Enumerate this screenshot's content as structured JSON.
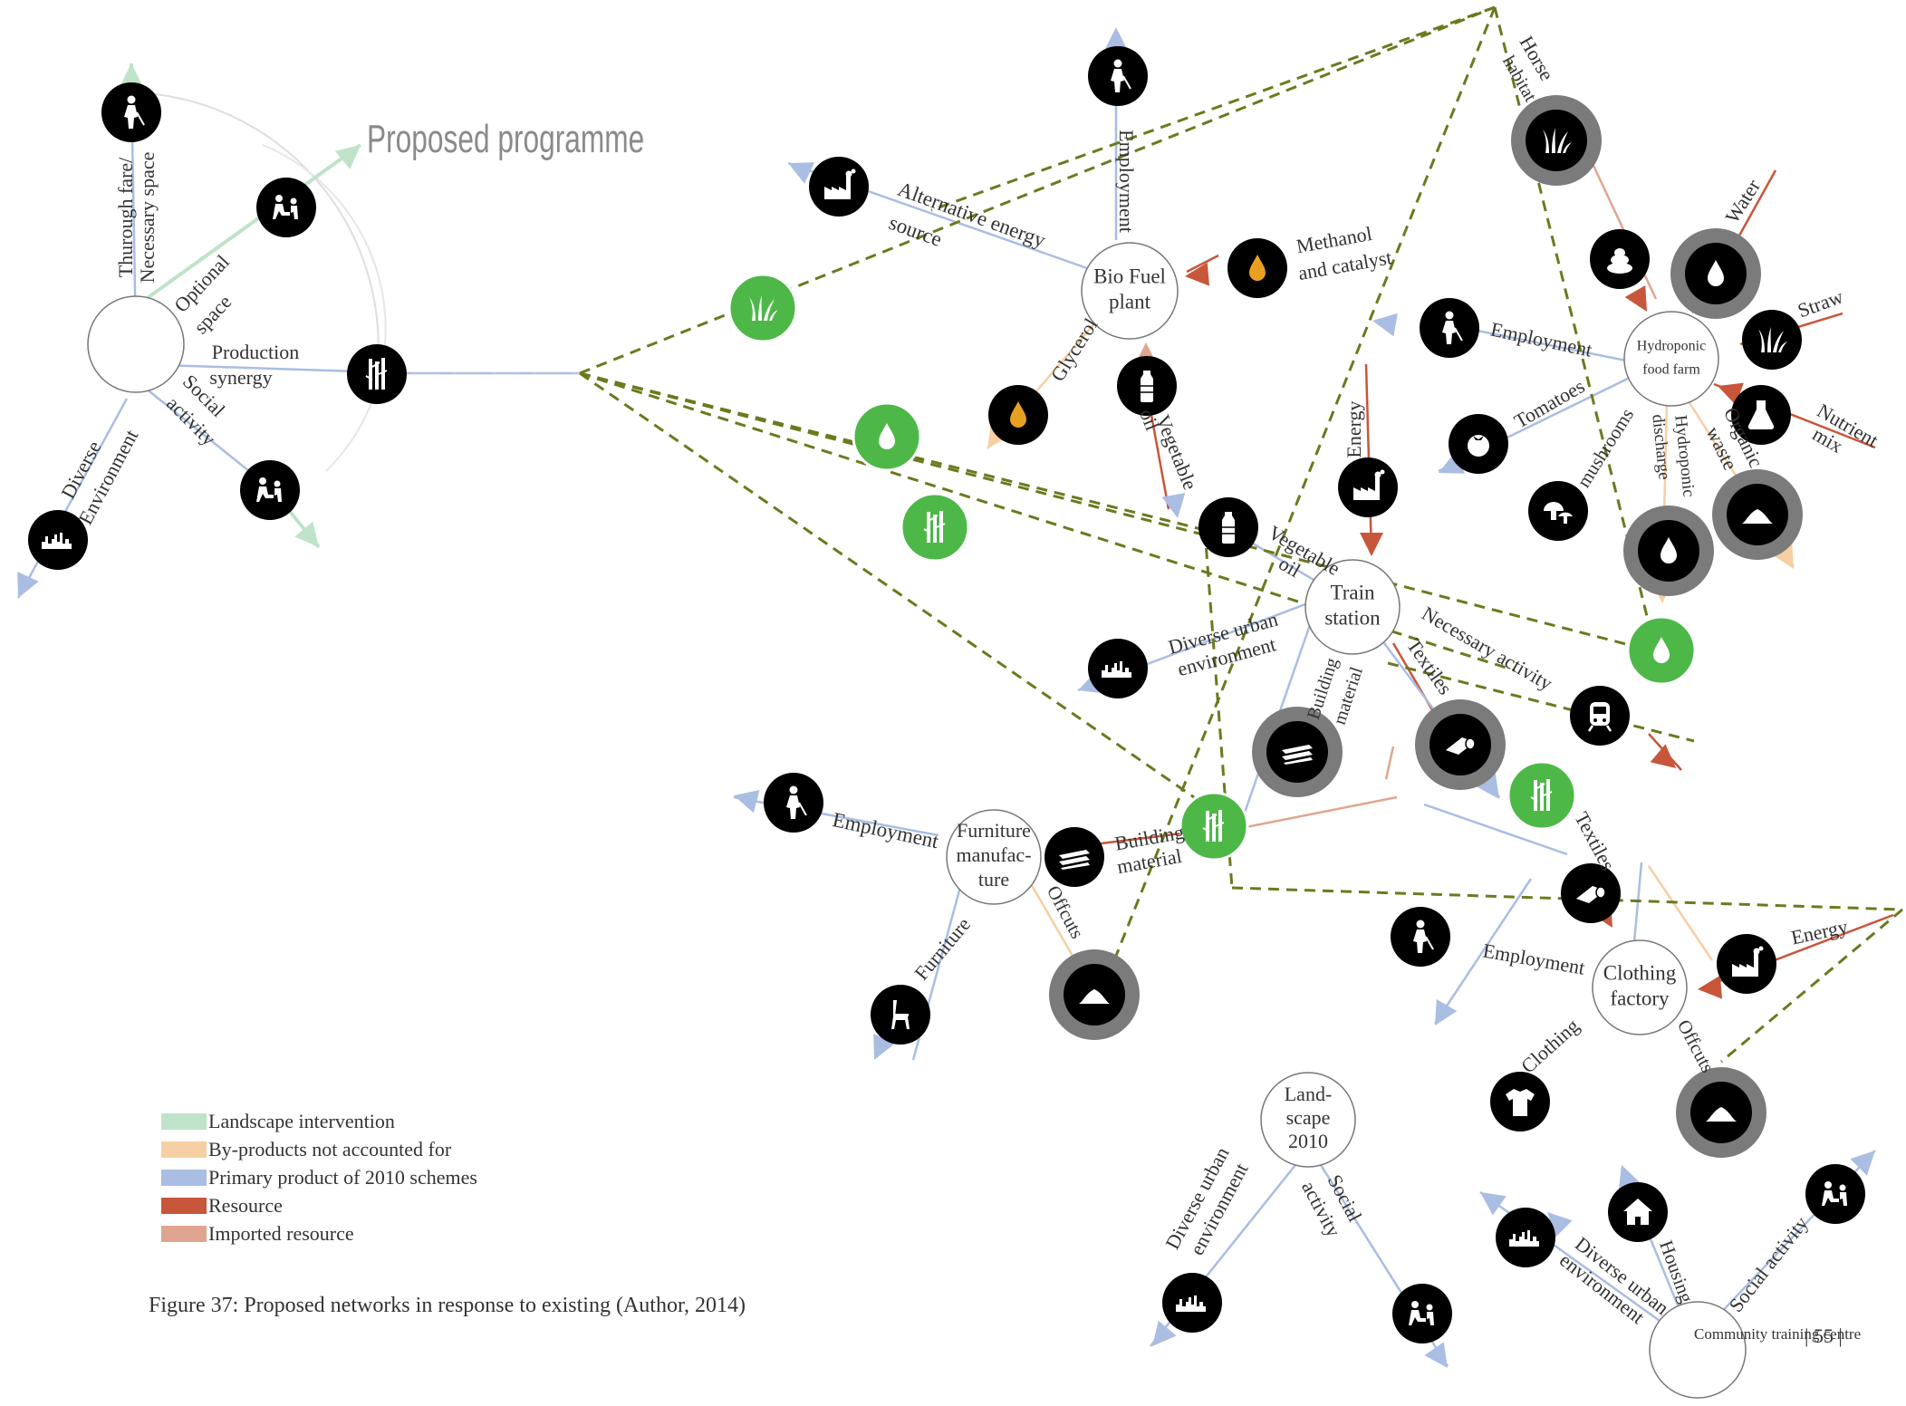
{
  "figure": {
    "programme_title": "Proposed programme",
    "caption": "Figure 37: Proposed networks in response to existing (Author, 2014)",
    "page_number": "| 55 |"
  },
  "colors": {
    "landscape": "#bfe3c9",
    "byproduct": "#f7cfa4",
    "primary": "#aabde3",
    "resource": "#c8563a",
    "imported": "#e0a590",
    "dashed": "#6b7a1e",
    "green_node": "#4db848",
    "grey_ring": "#7b7b7b"
  },
  "legend": [
    {
      "label": "Landscape intervention",
      "color": "#bfe3c9"
    },
    {
      "label": "By-products not accounted for",
      "color": "#f7cfa4"
    },
    {
      "label": "Primary product of 2010 schemes",
      "color": "#aabde3"
    },
    {
      "label": "Resource",
      "color": "#c8563a"
    },
    {
      "label": "Imported resource",
      "color": "#e0a590"
    }
  ],
  "hubs": {
    "biofuel": [
      "Bio Fuel",
      "plant"
    ],
    "hydroponic": [
      "Hydroponic",
      "food farm"
    ],
    "train": [
      "Train",
      "station"
    ],
    "furniture": [
      "Furniture",
      "manufac-",
      "ture"
    ],
    "clothing": [
      "Clothing",
      "factory"
    ],
    "landscape2010": [
      "Land-",
      "scape",
      "2010"
    ],
    "community": "Community training centre"
  },
  "labels": {
    "thoroughfare": [
      "Thurough fare/",
      "Necessary space"
    ],
    "optional": [
      "Optional",
      "space"
    ],
    "production": [
      "Production",
      "synergy"
    ],
    "social": [
      "Social",
      "activity"
    ],
    "diverse_env": [
      "Diverse",
      "Environment"
    ],
    "alt_energy": [
      "Alternative energy",
      "source"
    ],
    "employment": "Employment",
    "methanol": [
      "Methanol",
      "and catalyst"
    ],
    "glycerol": "Glycerol",
    "vegetable_oil": [
      "Vegetable",
      "oil"
    ],
    "horse_habitat": [
      "Horse",
      "habitat"
    ],
    "water": "Water",
    "straw": "Straw",
    "nutrient_mix": [
      "Nutrient",
      "mix"
    ],
    "organic_waste": [
      "Organic",
      "waste"
    ],
    "hydroponic_discharge": [
      "Hydroponic",
      "discharge"
    ],
    "mushrooms": "mushrooms",
    "tomatoes": "Tomatoes",
    "energy": "Energy",
    "diverse_urban": [
      "Diverse urban",
      "environment"
    ],
    "necessary_activity": "Necessary activity",
    "building_material": [
      "Building",
      "material"
    ],
    "textiles": "Textiles",
    "offcuts": "Offcuts",
    "furniture": "Furniture",
    "clothing": "Clothing",
    "housing": "Housing",
    "social_activity": "Social activity"
  },
  "icons": [
    "person-walking-icon",
    "people-sitting-icon",
    "bamboo-icon",
    "people-playing-icon",
    "skyline-icon",
    "factory-icon",
    "grass-icon",
    "water-drop-icon",
    "oil-drop-icon",
    "bottle-icon",
    "horse-manure-icon",
    "flask-icon",
    "tomato-icon",
    "mushroom-icon",
    "lumber-icon",
    "fabric-roll-icon",
    "sawdust-pile-icon",
    "chair-icon",
    "tshirt-icon",
    "house-icon",
    "train-icon"
  ]
}
